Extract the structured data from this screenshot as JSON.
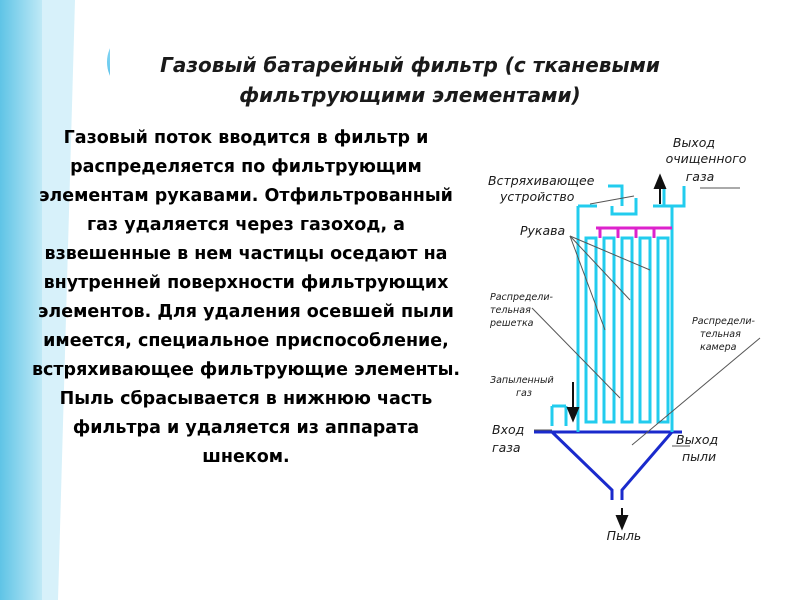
{
  "title": "Газовый батарейный фильтр (с тканевыми фильтрующими элементами)",
  "body_text": "Газовый поток вводится в фильтр и распределяется по фильтрующим элементам рукавами. Отфильтрованный газ удаляется через газоход, а взвешенные в нем частицы оседают на внутренней поверхности фильтрующих элементов. Для удаления осевшей пыли имеется, специальное приспособление, встряхивающее фильтрующие элементы. Пыль сбрасывается в нижнюю часть фильтра и удаляется  из аппарата шнеком.",
  "diagram": {
    "labels": {
      "outlet_clean_1": "Выход",
      "outlet_clean_2": "очищенного",
      "outlet_clean_3": "газа",
      "shaker_1": "Встряхивающее",
      "shaker_2": "устройство",
      "sleeves": "Рукава",
      "grid_1": "Распредели-",
      "grid_2": "тельная",
      "grid_3": "решетка",
      "chamber_1": "Распредели-",
      "chamber_2": "тельная",
      "chamber_3": "камера",
      "dusty_1": "Запыленный",
      "dusty_2": "газ",
      "inlet_1": "Вход",
      "inlet_2": "газа",
      "dust_out_1": "Выход",
      "dust_out_2": "пыли",
      "dust": "Пыль"
    },
    "colors": {
      "filter": "#22ccee",
      "manifold": "#dd22cc",
      "hopper": "#1a2acc",
      "arrow": "#111111"
    }
  }
}
